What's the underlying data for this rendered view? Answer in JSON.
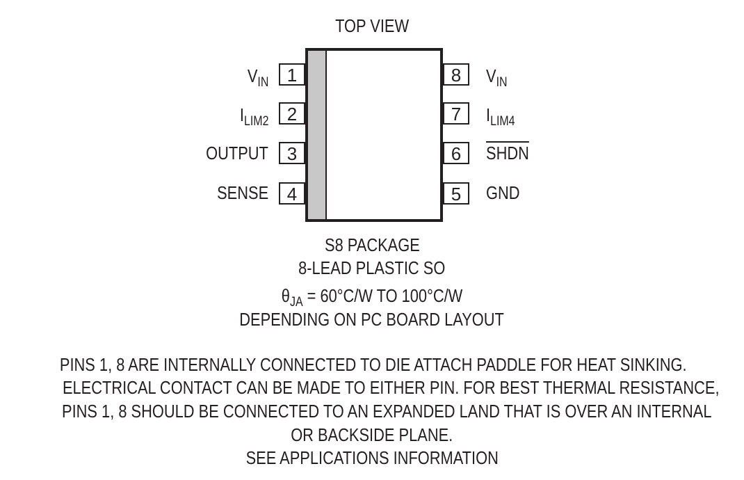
{
  "view_title": "TOP VIEW",
  "pins_left": [
    {
      "num": "1",
      "name": "V",
      "sub": "IN"
    },
    {
      "num": "2",
      "name": "I",
      "sub": "LIM2"
    },
    {
      "num": "3",
      "name": "OUTPUT",
      "sub": ""
    },
    {
      "num": "4",
      "name": "SENSE",
      "sub": ""
    }
  ],
  "pins_right": [
    {
      "num": "8",
      "name": "V",
      "sub": "IN"
    },
    {
      "num": "7",
      "name": "I",
      "sub": "LIM4"
    },
    {
      "num": "6",
      "name": "SHDN",
      "sub": ""
    },
    {
      "num": "5",
      "name": "GND",
      "sub": ""
    }
  ],
  "package": {
    "line1": "S8 PACKAGE",
    "line2": "8-LEAD PLASTIC SO",
    "theta_symbol": "θ",
    "theta_sub": "JA",
    "theta_value": " = 60°C/W TO 100°C/W",
    "line4": "DEPENDING ON PC BOARD LAYOUT"
  },
  "notes": [
    "PINS 1, 8 ARE INTERNALLY CONNECTED TO DIE ATTACH PADDLE FOR HEAT SINKING.",
    "ELECTRICAL CONTACT CAN BE MADE TO EITHER PIN. FOR BEST THERMAL RESISTANCE,",
    "PINS 1, 8 SHOULD BE CONNECTED TO AN EXPANDED LAND THAT IS OVER AN INTERNAL",
    "OR BACKSIDE PLANE.",
    "SEE APPLICATIONS INFORMATION"
  ]
}
